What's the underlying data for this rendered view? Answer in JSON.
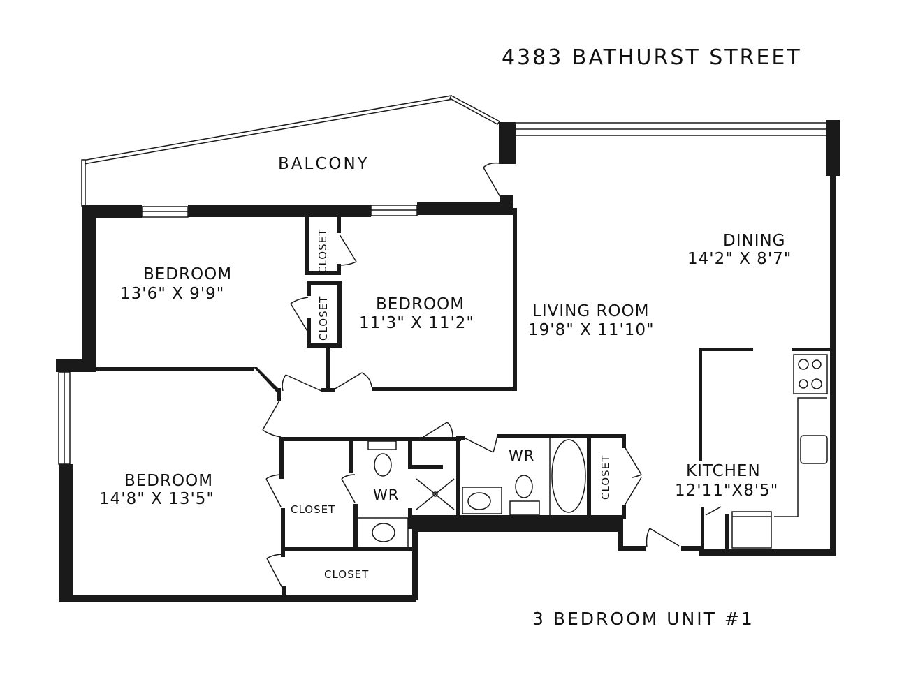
{
  "title": "4383 BATHURST STREET",
  "subtitle": "3 BEDROOM UNIT #1",
  "rooms": {
    "balcony": {
      "name": "BALCONY"
    },
    "bedroom_1": {
      "name": "BEDROOM",
      "dimensions": "13'6\" X 9'9\""
    },
    "bedroom_2": {
      "name": "BEDROOM",
      "dimensions": "11'3\" X 11'2\""
    },
    "bedroom_3": {
      "name": "BEDROOM",
      "dimensions": "14'8\" X 13'5\""
    },
    "living_room": {
      "name": "LIVING ROOM",
      "dimensions": "19'8\" X 11'10\""
    },
    "dining": {
      "name": "DINING",
      "dimensions": "14'2\" X 8'7\""
    },
    "kitchen": {
      "name": "KITCHEN",
      "dimensions": "12'11\"X8'5\""
    },
    "washroom_1": {
      "name": "WR"
    },
    "washroom_2": {
      "name": "WR"
    },
    "closets": [
      "CLOSET",
      "CLOSET",
      "CLOSET",
      "CLOSET",
      "CLOSET"
    ]
  },
  "colors": {
    "wall": "#1a1a1a",
    "background": "#ffffff"
  }
}
